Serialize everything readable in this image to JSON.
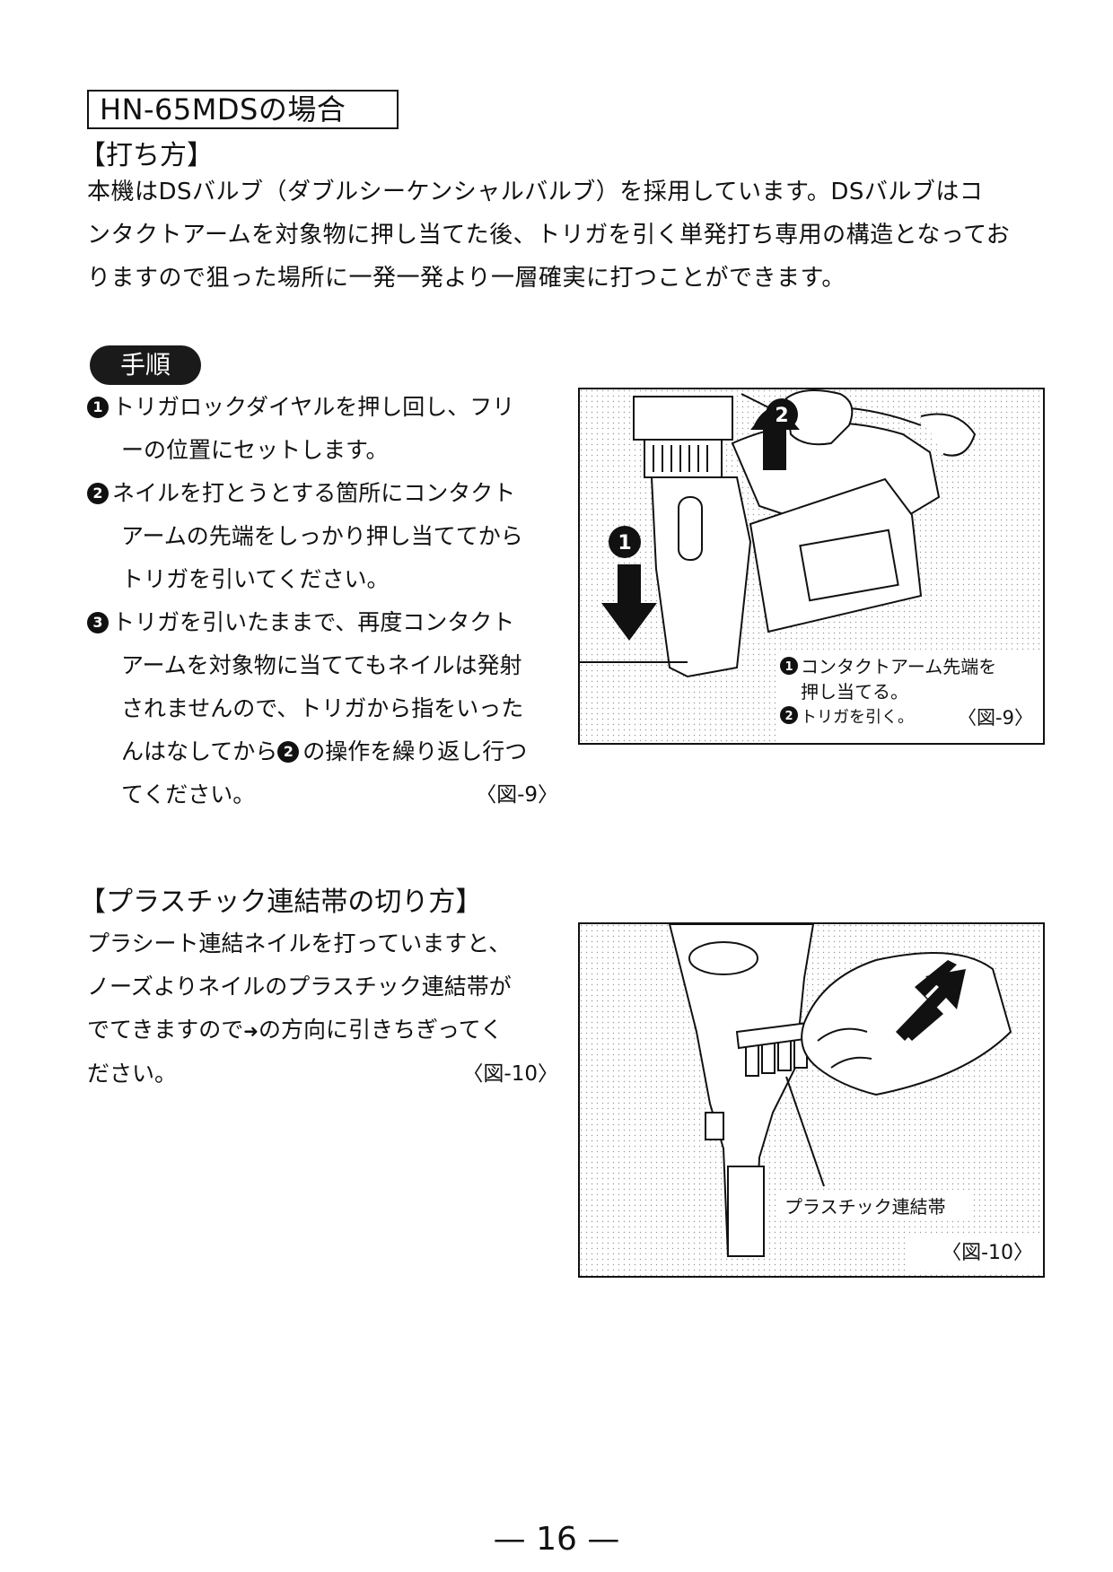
{
  "section_title": "HN-65MDSの場合",
  "heading_usage": "【打ち方】",
  "intro_lines": [
    "本機はDSバルブ（ダブルシーケンシャルバルブ）を採用しています。DSバルブはコ",
    "ンタクトアームを対象物に押し当てた後、トリガを引く単発打ち専用の構造となってお",
    "りますので狙った場所に一発一発より一層確実に打つことができます。"
  ],
  "procedure_label": "手順",
  "steps": {
    "s1_marker": "1",
    "s1_line1": "トリガロックダイヤルを押し回し、フリ",
    "s1_line2": "ーの位置にセットします。",
    "s2_marker": "2",
    "s2_line1": "ネイルを打とうとする箇所にコンタクト",
    "s2_line2": "アームの先端をしっかり押し当ててから",
    "s2_line3": "トリガを引いてください。",
    "s3_marker": "3",
    "s3_line1": "トリガを引いたままで、再度コンタクト",
    "s3_line2": "アームを対象物に当ててもネイルは発射",
    "s3_line3": "されませんので、トリガから指をいった",
    "s3_line4a": "んはなしてから",
    "s3_line4_marker": "2",
    "s3_line4b": "の操作を繰り返し行つ",
    "s3_line5": "てください。",
    "s3_ref": "〈図-9〉"
  },
  "figure9": {
    "marker1": "1",
    "marker2": "2",
    "caption1_marker": "1",
    "caption1_line1": "コンタクトアーム先端を",
    "caption1_line2": "押し当てる。",
    "caption2_marker": "2",
    "caption2": "トリガを引く。",
    "ref": "〈図-9〉"
  },
  "heading_plastic": "【プラスチック連結帯の切り方】",
  "plastic_lines": {
    "l1": "プラシート連結ネイルを打っていますと、",
    "l2": "ノーズよりネイルのプラスチック連結帯が",
    "l3a": "でてきますので",
    "l3_arrow": "➜",
    "l3b": "の方向に引きちぎってく",
    "l4": "ださい。",
    "ref": "〈図-10〉"
  },
  "figure10": {
    "label": "プラスチック連結帯",
    "ref": "〈図-10〉"
  },
  "page_number": "— 16 —"
}
